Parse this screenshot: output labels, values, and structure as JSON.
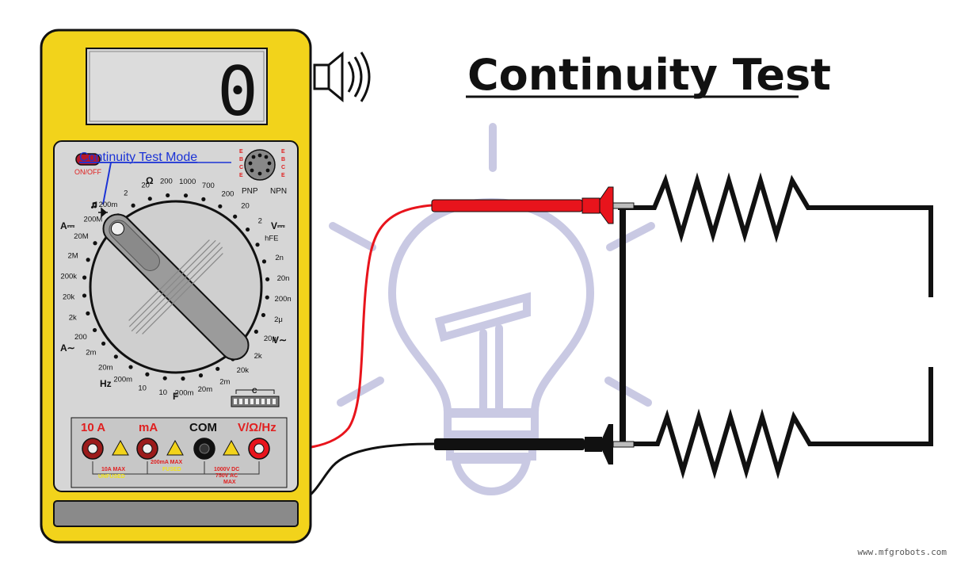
{
  "title": "Continuity Test",
  "display": {
    "reading": "0"
  },
  "mode_label": "Continuity Test Mode",
  "power_label": "ON/OFF",
  "transistor": {
    "pnp": "PNP",
    "npn": "NPN",
    "pins_left": [
      "E",
      "B",
      "C",
      "E"
    ],
    "pins_right": [
      "E",
      "B",
      "C",
      "E"
    ]
  },
  "dial": {
    "labels": [
      "200",
      "2k",
      "20k",
      "200k",
      "2M",
      "20M",
      "200M",
      "200m",
      "2",
      "20",
      "200",
      "1000",
      "700",
      "200",
      "20",
      "2",
      "hFE",
      "2n",
      "20n",
      "200n",
      "2μ",
      "20μ",
      "2k",
      "20k",
      "2m",
      "20m",
      "200m",
      "10",
      "10",
      "200m",
      "20m",
      "2m"
    ],
    "ohm": "Ω",
    "a_dc": "A⎓",
    "v_dc": "V⎓",
    "a_ac": "A∼",
    "v_ac": "V∼",
    "hz": "Hz",
    "f": "F",
    "c": "C"
  },
  "jacks": {
    "amp10": "10 A",
    "ma": "mA",
    "com": "COM",
    "vohm": "V/Ω/Hz",
    "note_10a_1": "10A MAX",
    "note_10a_2": "UNFUSED",
    "note_ma_1": "200mA MAX",
    "note_ma_2": "FUSED",
    "note_v_1": "1000V DC",
    "note_v_2": "750V AC",
    "note_v_3": "MAX"
  },
  "watermark": "www.mfgrobots.com",
  "colors": {
    "body": "#f2d31b",
    "panel": "#d6d6d6",
    "probe_red": "#e8141c",
    "probe_black": "#111111",
    "bulb": "#c9c9e3"
  }
}
